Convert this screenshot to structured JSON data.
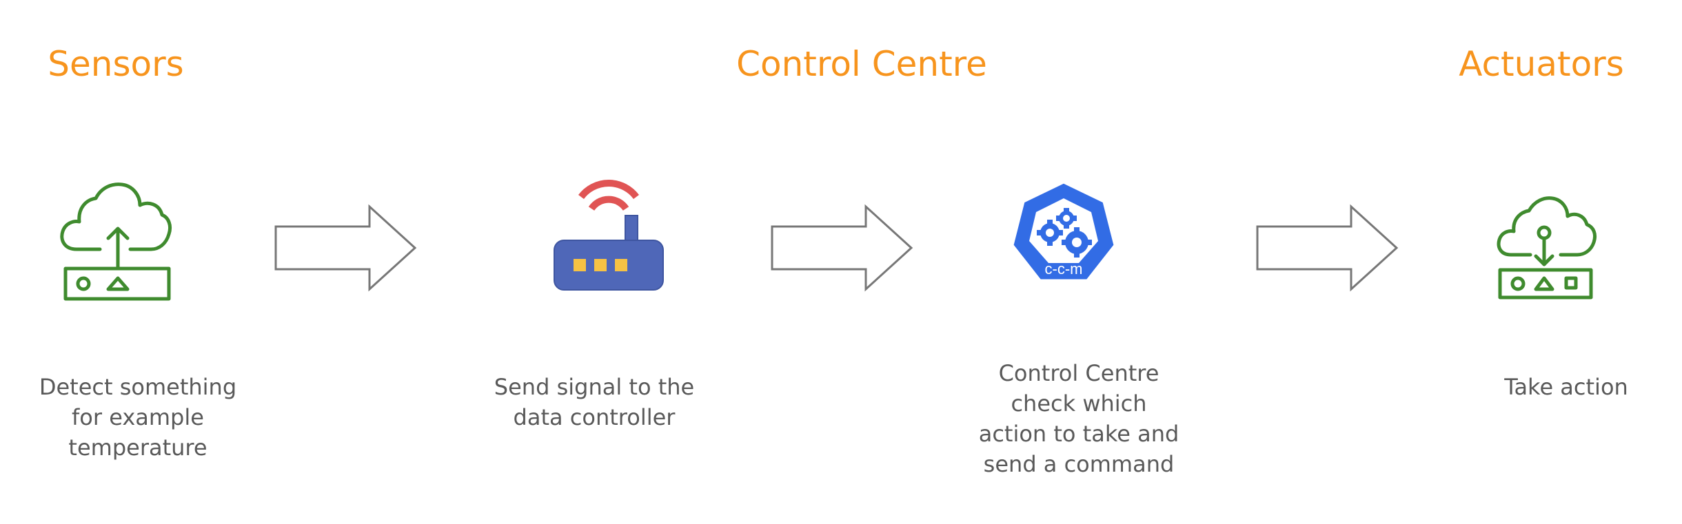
{
  "headings": {
    "sensors": "Sensors",
    "control_centre": "Control Centre",
    "actuators": "Actuators"
  },
  "steps": {
    "sensor": {
      "icon": "cloud-upload-device-icon",
      "caption_lines": [
        "Detect something",
        "for example",
        "temperature"
      ]
    },
    "router": {
      "icon": "wifi-router-icon",
      "caption_lines": [
        "Send signal to the",
        "data controller"
      ]
    },
    "control": {
      "icon": "controller-manager-icon",
      "badge_label": "c-c-m",
      "caption_lines": [
        "Control Centre",
        "check which",
        "action to take and",
        "send a command"
      ]
    },
    "actuator": {
      "icon": "cloud-download-device-icon",
      "caption_lines": [
        "Take action"
      ]
    }
  },
  "colors": {
    "heading": "#f7941d",
    "caption": "#595959",
    "device_green": "#3f8b2e",
    "router_body": "#4f67b8",
    "router_lights": "#f6c244",
    "wifi_red": "#e05454",
    "badge_blue": "#326ce5",
    "arrow_stroke": "#777777"
  }
}
